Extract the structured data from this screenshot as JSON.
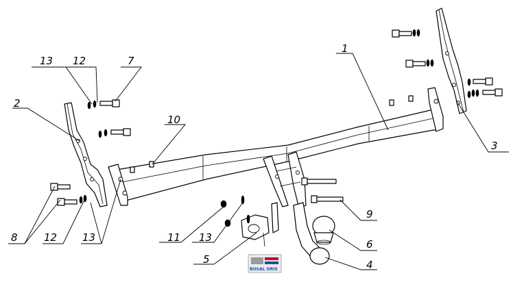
{
  "callouts": [
    {
      "id": "c1",
      "text": "1"
    },
    {
      "id": "c2",
      "text": "2"
    },
    {
      "id": "c3",
      "text": "3"
    },
    {
      "id": "c4",
      "text": "4"
    },
    {
      "id": "c5",
      "text": "5"
    },
    {
      "id": "c6",
      "text": "6"
    },
    {
      "id": "c7",
      "text": "7"
    },
    {
      "id": "c8",
      "text": "8"
    },
    {
      "id": "c9",
      "text": "9"
    },
    {
      "id": "c10",
      "text": "10"
    },
    {
      "id": "c11",
      "text": "11"
    },
    {
      "id": "c12a",
      "text": "12"
    },
    {
      "id": "c12b",
      "text": "12"
    },
    {
      "id": "c13a",
      "text": "13"
    },
    {
      "id": "c13b",
      "text": "13"
    },
    {
      "id": "c13c",
      "text": "13"
    }
  ],
  "logo": {
    "text": "BOSAL ORIS",
    "colors": {
      "red": "#d0021b",
      "blue": "#1f4fa0",
      "gray": "#9a9a9a"
    }
  }
}
